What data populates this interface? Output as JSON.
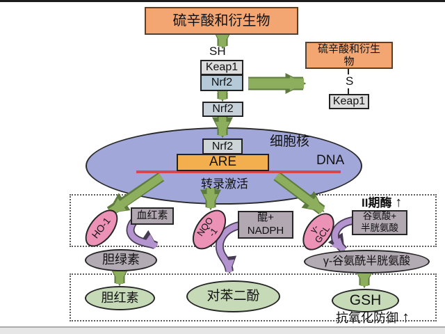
{
  "pathway": {
    "lipoic_top": "硫辛酸和衍生物",
    "sh": "SH",
    "keap1_top": "Keap1",
    "nrf2_top": "Nrf2",
    "lipoic_right_l1": "硫辛酸和衍生",
    "lipoic_right_l2": "物",
    "s": "S",
    "keap1_right": "Keap1",
    "nrf2_free": "Nrf2",
    "nucleus": "细胞核",
    "nrf2_nucleus": "Nrf2",
    "are": "ARE",
    "dna": "DNA",
    "transcription": "转录激活",
    "phase2": "II期酶",
    "up": "↑",
    "antioxidant": "抗氧化防御"
  },
  "enzymes": {
    "ho1": "HO-1",
    "nqo_l1": "NQO",
    "nqo_l2": "-1",
    "ggcl_l1": "γ-",
    "ggcl_l2": "GCL"
  },
  "substrates": {
    "heme": "血红素",
    "quinone_l1": "醌+",
    "quinone_l2": "NADPH",
    "glutamate_l1": "谷氨酸+",
    "glutamate_l2": "半胱氨酸"
  },
  "products": {
    "biliverdin": "胆绿素",
    "gglutamyl": "γ-谷氨酰半胱氨酸",
    "bilirubin": "胆红素",
    "hydroquinone": "对苯二酚",
    "gsh": "GSH"
  },
  "palette": {
    "orange_box": "#f4a672",
    "nucleus_fill": "#a1a8d9",
    "green_arrow": "#8cae5d",
    "green_arrow_outline": "#5d7b3e",
    "purple_arrow": "#b394ce",
    "purple_arrow_outline": "#463c52",
    "dna_line": "#d2494f",
    "pink_enzyme": "#eb92b6",
    "gray_box": "#b2a8b2",
    "product_green": "#c6dab8",
    "are_fill": "#f3ae4e"
  }
}
